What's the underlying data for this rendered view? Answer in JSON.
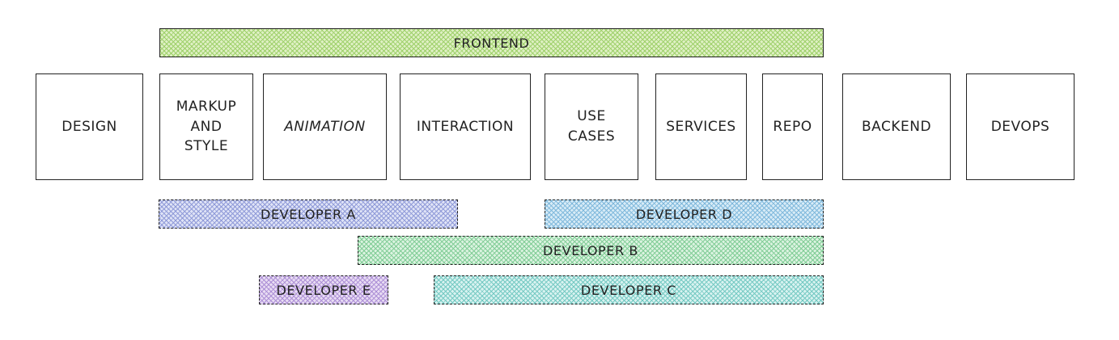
{
  "diagram": {
    "frontend": {
      "label": "FRONTEND",
      "fill": "#dff0c4",
      "hatch": "#9ed06a"
    },
    "boxes": {
      "design": {
        "label": "DESIGN"
      },
      "markup": {
        "label": "MARKUP\nAND\nSTYLE"
      },
      "animation": {
        "label": "ANIMATION"
      },
      "interaction": {
        "label": "INTERACTION"
      },
      "use_cases": {
        "label": "USE\nCASES"
      },
      "services": {
        "label": "SERVICES"
      },
      "repo": {
        "label": "REPO"
      },
      "backend": {
        "label": "BACKEND"
      },
      "devops": {
        "label": "DEVOPS"
      }
    },
    "developers": {
      "a": {
        "label": "DEVELOPER A",
        "fill": "#dfe3f6",
        "hatch": "#8f9ad8"
      },
      "d": {
        "label": "DEVELOPER D",
        "fill": "#d7ebf6",
        "hatch": "#7fb8dc"
      },
      "b": {
        "label": "DEVELOPER B",
        "fill": "#dbf3e0",
        "hatch": "#80cc96"
      },
      "e": {
        "label": "DEVELOPER E",
        "fill": "#e8dcf3",
        "hatch": "#ac8fd6"
      },
      "c": {
        "label": "DEVELOPER C",
        "fill": "#d8f2f0",
        "hatch": "#74c9c2"
      }
    }
  }
}
